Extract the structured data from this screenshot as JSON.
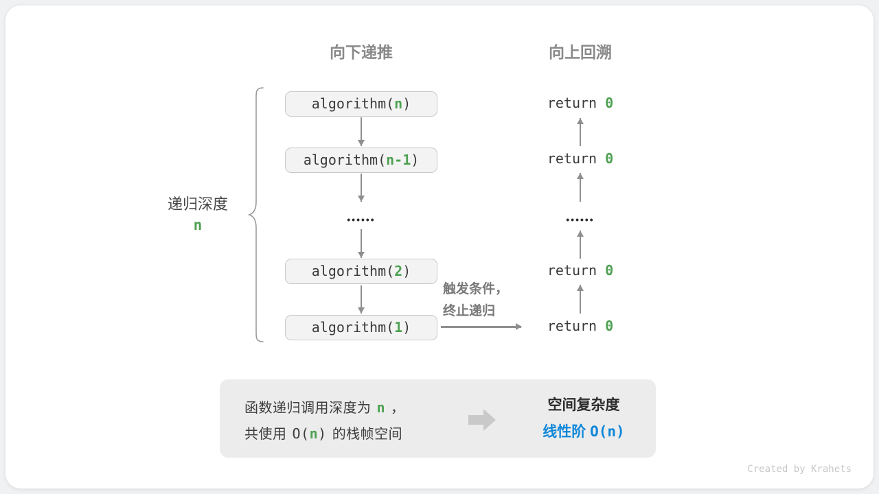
{
  "colors": {
    "green": "#4ea152",
    "blue": "#0e87da",
    "header_gray": "#8a8a8a",
    "note_gray": "#787878",
    "arrow_gray": "#8f8f8f",
    "box_fill": "#f3f3f3",
    "box_border": "#c9c9c9",
    "summary_fill": "#ececec",
    "credit_gray": "#c6c6c6"
  },
  "headers": {
    "recurse_down": "向下递推",
    "backtrack_up": "向上回溯"
  },
  "depth_label": {
    "text": "递归深度",
    "value": "n"
  },
  "recursion_column": {
    "ellipsis": "••••••",
    "calls": [
      {
        "prefix": "algorithm(",
        "arg": "n",
        "suffix": ")"
      },
      {
        "prefix": "algorithm(",
        "arg": "n-1",
        "suffix": ")"
      },
      {
        "prefix": "algorithm(",
        "arg": "2",
        "suffix": ")"
      },
      {
        "prefix": "algorithm(",
        "arg": "1",
        "suffix": ")"
      }
    ]
  },
  "return_column": {
    "ellipsis": "••••••",
    "returns": [
      {
        "keyword": "return ",
        "value": "0"
      },
      {
        "keyword": "return ",
        "value": "0"
      },
      {
        "keyword": "return ",
        "value": "0"
      },
      {
        "keyword": "return ",
        "value": "0"
      }
    ]
  },
  "base_case_note": {
    "line1": "触发条件，",
    "line2": "终止递归"
  },
  "summary": {
    "line1_pre": "函数递归调用深度为",
    "line1_var": "n",
    "line1_post": "，",
    "line2_pre": "共使用",
    "line2_code_open": "O(",
    "line2_var": "n",
    "line2_code_close": ")",
    "line2_post": "的栈帧空间",
    "result_title": "空间复杂度",
    "result_label": "线性阶",
    "result_code": "O(n)"
  },
  "credit": "Created by Krahets"
}
